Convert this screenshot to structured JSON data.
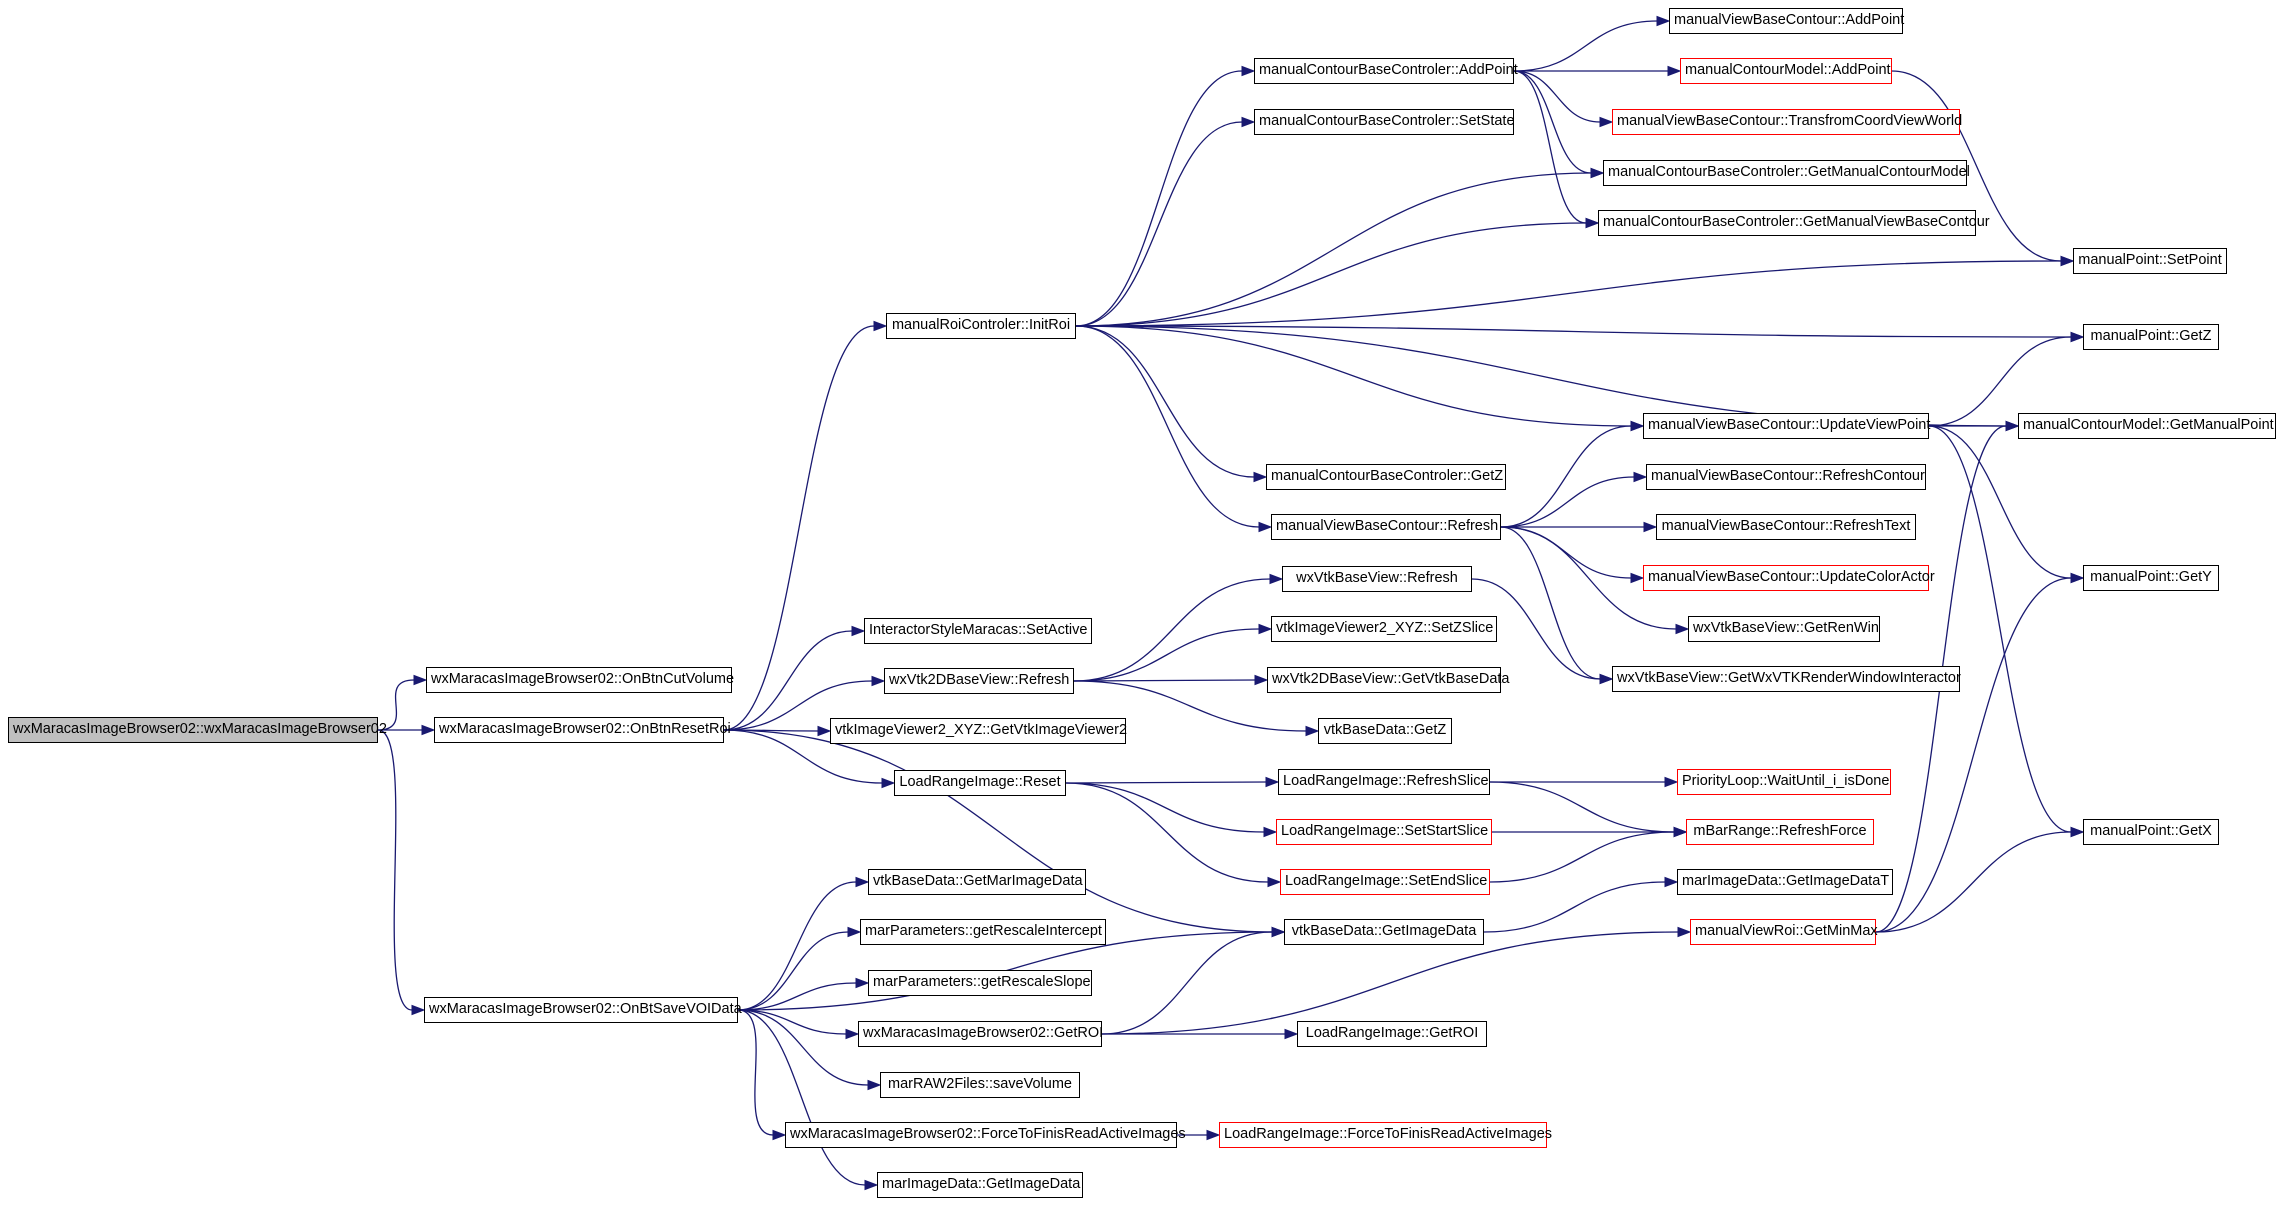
{
  "diagram": {
    "edge_color": "#191970",
    "incomplete_border_color": "#ff0000",
    "root_fill": "#bfbfbf",
    "nodes": [
      {
        "id": "root",
        "label": "wxMaracasImageBrowser02::wxMaracasImageBrowser02",
        "style": "root"
      },
      {
        "id": "cutvol",
        "label": "wxMaracasImageBrowser02::OnBtnCutVolume",
        "style": "normal"
      },
      {
        "id": "resetroi",
        "label": "wxMaracasImageBrowser02::OnBtnResetRoi",
        "style": "normal"
      },
      {
        "id": "savevoi",
        "label": "wxMaracasImageBrowser02::OnBtSaveVOIData",
        "style": "normal"
      },
      {
        "id": "initroi",
        "label": "manualRoiControler::InitRoi",
        "style": "normal"
      },
      {
        "id": "setactive",
        "label": "InteractorStyleMaracas::SetActive",
        "style": "normal"
      },
      {
        "id": "vtk2drefresh",
        "label": "wxVtk2DBaseView::Refresh",
        "style": "normal"
      },
      {
        "id": "getvtkviewer2",
        "label": "vtkImageViewer2_XYZ::GetVtkImageViewer2",
        "style": "normal"
      },
      {
        "id": "lrireset",
        "label": "LoadRangeImage::Reset",
        "style": "normal"
      },
      {
        "id": "getmarimagedata",
        "label": "vtkBaseData::GetMarImageData",
        "style": "normal"
      },
      {
        "id": "rescaleint",
        "label": "marParameters::getRescaleIntercept",
        "style": "normal"
      },
      {
        "id": "rescaleslope",
        "label": "marParameters::getRescaleSlope",
        "style": "normal"
      },
      {
        "id": "getroi",
        "label": "wxMaracasImageBrowser02::GetROI",
        "style": "normal"
      },
      {
        "id": "savevolume",
        "label": "marRAW2Files::saveVolume",
        "style": "normal"
      },
      {
        "id": "forcefinis",
        "label": "wxMaracasImageBrowser02::ForceToFinisReadActiveImages",
        "style": "normal"
      },
      {
        "id": "marimggetimagedata",
        "label": "marImageData::GetImageData",
        "style": "normal"
      },
      {
        "id": "mcbc_addpoint",
        "label": "manualContourBaseControler::AddPoint",
        "style": "normal"
      },
      {
        "id": "mcbc_setstate",
        "label": "manualContourBaseControler::SetState",
        "style": "normal"
      },
      {
        "id": "mcbc_getz",
        "label": "manualContourBaseControler::GetZ",
        "style": "normal"
      },
      {
        "id": "mvbc_refresh",
        "label": "manualViewBaseContour::Refresh",
        "style": "normal"
      },
      {
        "id": "wxvtkbase_refresh",
        "label": "wxVtkBaseView::Refresh",
        "style": "normal"
      },
      {
        "id": "setzslice",
        "label": "vtkImageViewer2_XYZ::SetZSlice",
        "style": "normal"
      },
      {
        "id": "getvtkbasedata",
        "label": "wxVtk2DBaseView::GetVtkBaseData",
        "style": "normal"
      },
      {
        "id": "vtkbasedata_getz",
        "label": "vtkBaseData::GetZ",
        "style": "normal"
      },
      {
        "id": "refreshslice",
        "label": "LoadRangeImage::RefreshSlice",
        "style": "normal"
      },
      {
        "id": "setstartslice",
        "label": "LoadRangeImage::SetStartSlice",
        "style": "partial"
      },
      {
        "id": "setendslice",
        "label": "LoadRangeImage::SetEndSlice",
        "style": "partial"
      },
      {
        "id": "vtkbasedata_getimagedata",
        "label": "vtkBaseData::GetImageData",
        "style": "normal"
      },
      {
        "id": "lri_getroi",
        "label": "LoadRangeImage::GetROI",
        "style": "normal"
      },
      {
        "id": "lri_forcefinis",
        "label": "LoadRangeImage::ForceToFinisReadActiveImages",
        "style": "partial"
      },
      {
        "id": "mvbc_addpoint",
        "label": "manualViewBaseContour::AddPoint",
        "style": "normal"
      },
      {
        "id": "mcm_addpoint",
        "label": "manualContourModel::AddPoint",
        "style": "partial"
      },
      {
        "id": "transfcoord",
        "label": "manualViewBaseContour::TransfromCoordViewWorld",
        "style": "partial"
      },
      {
        "id": "getmanualcontourmodel",
        "label": "manualContourBaseControler::GetManualContourModel",
        "style": "normal"
      },
      {
        "id": "getmanualviewbasecontour",
        "label": "manualContourBaseControler::GetManualViewBaseContour",
        "style": "normal"
      },
      {
        "id": "updateviewpoint",
        "label": "manualViewBaseContour::UpdateViewPoint",
        "style": "normal"
      },
      {
        "id": "refreshcontour",
        "label": "manualViewBaseContour::RefreshContour",
        "style": "normal"
      },
      {
        "id": "refreshtext",
        "label": "manualViewBaseContour::RefreshText",
        "style": "normal"
      },
      {
        "id": "updatecoloractor",
        "label": "manualViewBaseContour::UpdateColorActor",
        "style": "partial"
      },
      {
        "id": "getrenwin",
        "label": "wxVtkBaseView::GetRenWin",
        "style": "normal"
      },
      {
        "id": "getwxvtkrwi",
        "label": "wxVtkBaseView::GetWxVTKRenderWindowInteractor",
        "style": "normal"
      },
      {
        "id": "waituntil",
        "label": "PriorityLoop::WaitUntil_i_isDone",
        "style": "partial"
      },
      {
        "id": "refreshforce",
        "label": "mBarRange::RefreshForce",
        "style": "partial"
      },
      {
        "id": "getimagedatat",
        "label": "marImageData::GetImageDataT",
        "style": "normal"
      },
      {
        "id": "getminmax",
        "label": "manualViewRoi::GetMinMax",
        "style": "partial"
      },
      {
        "id": "mp_setpoint",
        "label": "manualPoint::SetPoint",
        "style": "normal"
      },
      {
        "id": "mp_getz",
        "label": "manualPoint::GetZ",
        "style": "normal"
      },
      {
        "id": "getmanualpoint",
        "label": "manualContourModel::GetManualPoint",
        "style": "normal"
      },
      {
        "id": "mp_gety",
        "label": "manualPoint::GetY",
        "style": "normal"
      },
      {
        "id": "mp_getx",
        "label": "manualPoint::GetX",
        "style": "normal"
      }
    ],
    "edges": [
      [
        "root",
        "cutvol"
      ],
      [
        "root",
        "resetroi"
      ],
      [
        "root",
        "savevoi"
      ],
      [
        "resetroi",
        "initroi"
      ],
      [
        "resetroi",
        "setactive"
      ],
      [
        "resetroi",
        "vtk2drefresh"
      ],
      [
        "resetroi",
        "getvtkviewer2"
      ],
      [
        "resetroi",
        "lrireset"
      ],
      [
        "resetroi",
        "vtkbasedata_getimagedata"
      ],
      [
        "savevoi",
        "getmarimagedata"
      ],
      [
        "savevoi",
        "rescaleint"
      ],
      [
        "savevoi",
        "rescaleslope"
      ],
      [
        "savevoi",
        "getroi"
      ],
      [
        "savevoi",
        "savevolume"
      ],
      [
        "savevoi",
        "forcefinis"
      ],
      [
        "savevoi",
        "marimggetimagedata"
      ],
      [
        "savevoi",
        "vtkbasedata_getimagedata"
      ],
      [
        "initroi",
        "mcbc_addpoint"
      ],
      [
        "initroi",
        "mcbc_setstate"
      ],
      [
        "initroi",
        "getmanualcontourmodel"
      ],
      [
        "initroi",
        "getmanualviewbasecontour"
      ],
      [
        "initroi",
        "mp_setpoint"
      ],
      [
        "initroi",
        "mp_getz"
      ],
      [
        "initroi",
        "getmanualpoint"
      ],
      [
        "initroi",
        "updateviewpoint"
      ],
      [
        "initroi",
        "mcbc_getz"
      ],
      [
        "initroi",
        "mvbc_refresh"
      ],
      [
        "vtk2drefresh",
        "wxvtkbase_refresh"
      ],
      [
        "vtk2drefresh",
        "setzslice"
      ],
      [
        "vtk2drefresh",
        "getvtkbasedata"
      ],
      [
        "vtk2drefresh",
        "vtkbasedata_getz"
      ],
      [
        "lrireset",
        "refreshslice"
      ],
      [
        "lrireset",
        "setstartslice"
      ],
      [
        "lrireset",
        "setendslice"
      ],
      [
        "getroi",
        "lri_getroi"
      ],
      [
        "getroi",
        "vtkbasedata_getimagedata"
      ],
      [
        "getroi",
        "getminmax"
      ],
      [
        "forcefinis",
        "lri_forcefinis"
      ],
      [
        "mcbc_addpoint",
        "mvbc_addpoint"
      ],
      [
        "mcbc_addpoint",
        "mcm_addpoint"
      ],
      [
        "mcbc_addpoint",
        "transfcoord"
      ],
      [
        "mcbc_addpoint",
        "getmanualcontourmodel"
      ],
      [
        "mcbc_addpoint",
        "getmanualviewbasecontour"
      ],
      [
        "mcm_addpoint",
        "mp_setpoint"
      ],
      [
        "mvbc_refresh",
        "updateviewpoint"
      ],
      [
        "mvbc_refresh",
        "refreshcontour"
      ],
      [
        "mvbc_refresh",
        "refreshtext"
      ],
      [
        "mvbc_refresh",
        "updatecoloractor"
      ],
      [
        "mvbc_refresh",
        "getrenwin"
      ],
      [
        "mvbc_refresh",
        "getwxvtkrwi"
      ],
      [
        "wxvtkbase_refresh",
        "getwxvtkrwi"
      ],
      [
        "updateviewpoint",
        "mp_getz"
      ],
      [
        "updateviewpoint",
        "getmanualpoint"
      ],
      [
        "updateviewpoint",
        "mp_gety"
      ],
      [
        "updateviewpoint",
        "mp_getx"
      ],
      [
        "refreshslice",
        "waituntil"
      ],
      [
        "refreshslice",
        "refreshforce"
      ],
      [
        "setstartslice",
        "refreshforce"
      ],
      [
        "setendslice",
        "refreshforce"
      ],
      [
        "vtkbasedata_getimagedata",
        "getimagedatat"
      ],
      [
        "getminmax",
        "getmanualpoint"
      ],
      [
        "getminmax",
        "mp_gety"
      ],
      [
        "getminmax",
        "mp_getx"
      ]
    ]
  }
}
